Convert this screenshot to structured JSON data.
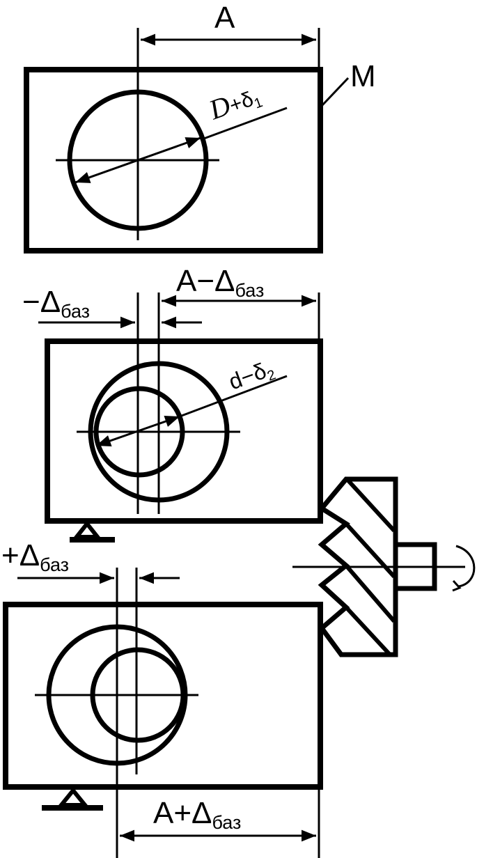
{
  "labels": {
    "top_dim": "A",
    "top_leader": "M",
    "big_diameter_main": "D",
    "big_diameter_suffix": "+δ",
    "big_diameter_sub": "1",
    "mid_dim_main": "A−Δ",
    "mid_dim_sub": "баз",
    "mid_left_main": "−Δ",
    "mid_left_sub": "баз",
    "small_diameter_main": "d−δ",
    "small_diameter_sub": "2",
    "bot_left_main": "+Δ",
    "bot_left_sub": "баз",
    "bot_dim_main": "A+Δ",
    "bot_dim_sub": "баз"
  },
  "colors": {
    "stroke": "#000000",
    "background": "#ffffff"
  }
}
